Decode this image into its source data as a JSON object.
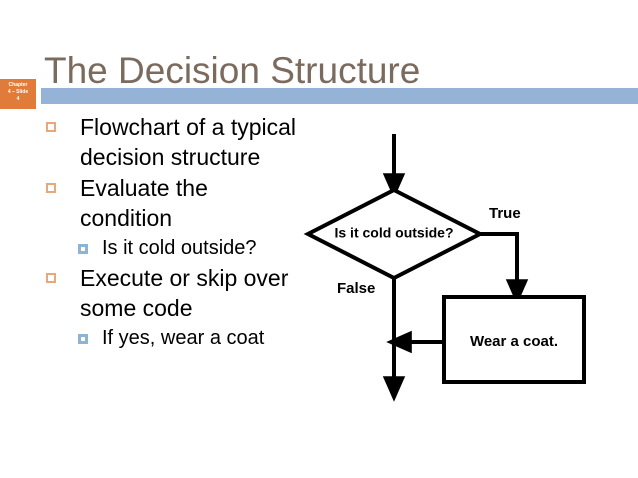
{
  "slide": {
    "title": "The Decision Structure",
    "chapter_badge": "Chapter 4 – Slide 4",
    "badge_line1": "Chapter",
    "badge_line2": "4 – Slide",
    "badge_line3": "4",
    "colors": {
      "title": "#7b6a5e",
      "header_bar": "#95b3d7",
      "badge": "#e07b39",
      "bullet_marker": "#e8a87c",
      "subbullet_marker": "#8eb4d4",
      "flowchart_stroke": "#000000",
      "background": "#ffffff"
    }
  },
  "body": {
    "items": [
      {
        "level": 1,
        "text": "Flowchart of a typical decision structure"
      },
      {
        "level": 1,
        "text": "Evaluate the condition"
      },
      {
        "level": 2,
        "text": "Is it cold outside?"
      },
      {
        "level": 1,
        "text": "Execute or skip over some code"
      },
      {
        "level": 2,
        "text": "If yes, wear a coat"
      }
    ]
  },
  "flowchart": {
    "decision_label": "Is it cold outside?",
    "process_label": "Wear a coat.",
    "branch_true": "True",
    "branch_false": "False"
  }
}
